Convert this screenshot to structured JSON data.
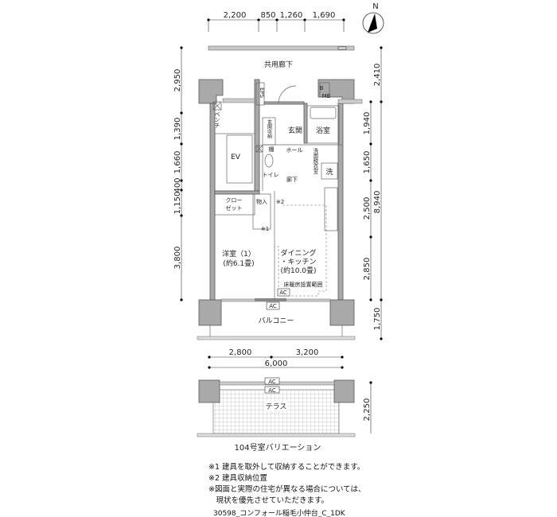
{
  "top_dims": [
    "2,200",
    "850",
    "1,260",
    "1,690"
  ],
  "left_dims": [
    "2,950",
    "1,390",
    "1,660",
    "400",
    "1,150",
    "3,800"
  ],
  "right_dims_outer": [
    "2,410",
    "8,940",
    "1,750"
  ],
  "right_dims_inner": [
    "1,940",
    "1,650",
    "2,500",
    "2,850"
  ],
  "terrace_dim": "2,250",
  "bottom_dims": [
    "2,800",
    "3,200"
  ],
  "total_width": "6,000",
  "compass": "N",
  "rooms": {
    "corridor": "共用廊下",
    "eps": "EPS",
    "mb_b": "B",
    "mb": "MB",
    "bench": "ベンチ",
    "ev": "EV",
    "entry_storage": "玄関収納",
    "entrance": "玄関",
    "bath": "浴室",
    "hall": "ホール",
    "washroom": "洗面脱衣室",
    "washer": "洗",
    "toilet": "トイレ",
    "hallway": "廊下",
    "shelf": "棚",
    "closet_1": "クロー",
    "closet_2": "ゼット",
    "storage": "物入",
    "mark2": "※2",
    "mark1": "※1",
    "western_room": "洋室（1）",
    "western_size": "(約6.1畳)",
    "dining_1": "ダイニング",
    "dining_2": "・キッチン",
    "dining_size": "(約10.0畳)",
    "floor_heating": "床暖房設置範囲",
    "ac_inner": "AC",
    "ac_outer": "AC",
    "balcony": "バルコニー",
    "ac_terrace_1": "AC",
    "ac_terrace_2": "AC",
    "terrace": "テラス"
  },
  "variation_title": "104号室バリエーション",
  "notes": [
    "※1 建具を取外して収納することができます。",
    "※2 建具収納位置",
    "※図面と実際の住宅が異なる場合については、",
    "　現状を優先させていただきます。"
  ],
  "footer": "30598_コンフォール稲毛小仲台_C_1DK"
}
